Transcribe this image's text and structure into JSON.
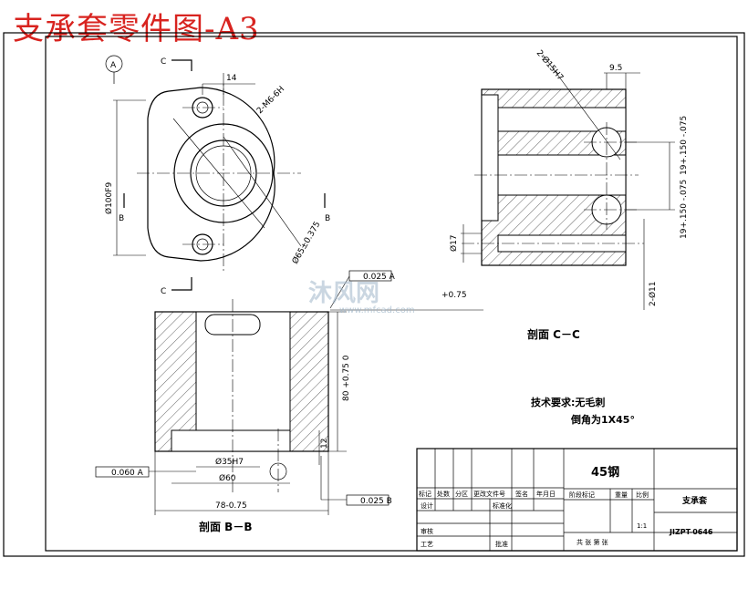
{
  "title": "支承套零件图-A3",
  "datum_label": "A",
  "views": {
    "section_cc": {
      "cut_letter": "C",
      "label": "剖面 C－C"
    },
    "section_bb": {
      "cut_letter": "B",
      "label": "剖面 B－B"
    }
  },
  "dimensions": {
    "top_14": "14",
    "holes_2_m6": "2-M6-6H",
    "phi100": "Ø100F9",
    "phi65": "Ø65±0.375",
    "holes_2_phi15": "2-Ø15H7",
    "w9_5": "9.5",
    "tol_19a": "19+.150 -.075",
    "tol_19b": "19+.150 -.075",
    "phi17": "Ø17",
    "phi11": "2-Ø11",
    "h80": "80 +0.75 0",
    "h12": "12",
    "phi35": "Ø35H7",
    "phi60": "Ø60",
    "w78": "78-0.75",
    "val_075": "+0.75",
    "gdt_top": "0.025 A",
    "gdt_left": "0.060 A",
    "gdt_bottom": "0.025 B"
  },
  "tech_req": {
    "heading": "技术要求:无毛刺",
    "chamfer": "倒角为1X45°"
  },
  "title_block": {
    "material": "45钢",
    "part_name": "支承套",
    "drawing_no": "JIZPT-0646",
    "sheets": "共 张 第 张",
    "headers": [
      "标记",
      "处数",
      "分区",
      "更改文件号",
      "签名",
      "年月日"
    ],
    "row_designer": "设计",
    "row_standard": "标准化",
    "row_stage": "阶段标记",
    "row_weight": "重量",
    "row_scale": "比例",
    "row_check": "审核",
    "row_process": "工艺",
    "row_approve": "批准",
    "scale_value": "1:1"
  },
  "watermark": {
    "brand": "沐风网",
    "url": "www.mfcad.com"
  }
}
